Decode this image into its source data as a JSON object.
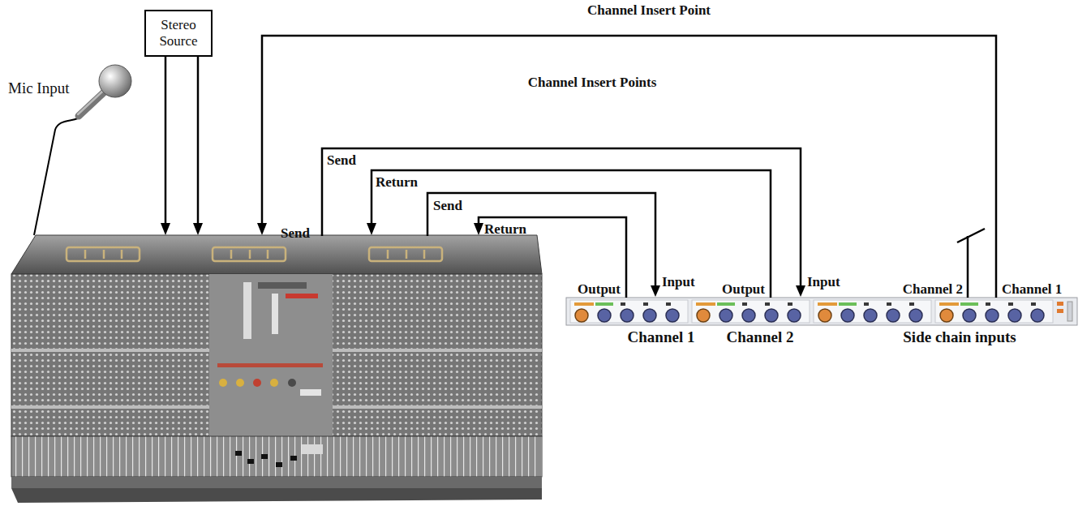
{
  "diagram": {
    "nodes": [
      {
        "text": [
          "Stereo Source"
        ]
      }
    ],
    "labels": [
      "Channel Insert Point",
      "Mic Input",
      "Channel Insert Points",
      "Send",
      "Send",
      "Return",
      "Send",
      "Return",
      "Output",
      "Input",
      "Output",
      "Input",
      "Channel 2",
      "Channel 1",
      "Channel 1",
      "Channel 2",
      "Side chain inputs"
    ]
  }
}
